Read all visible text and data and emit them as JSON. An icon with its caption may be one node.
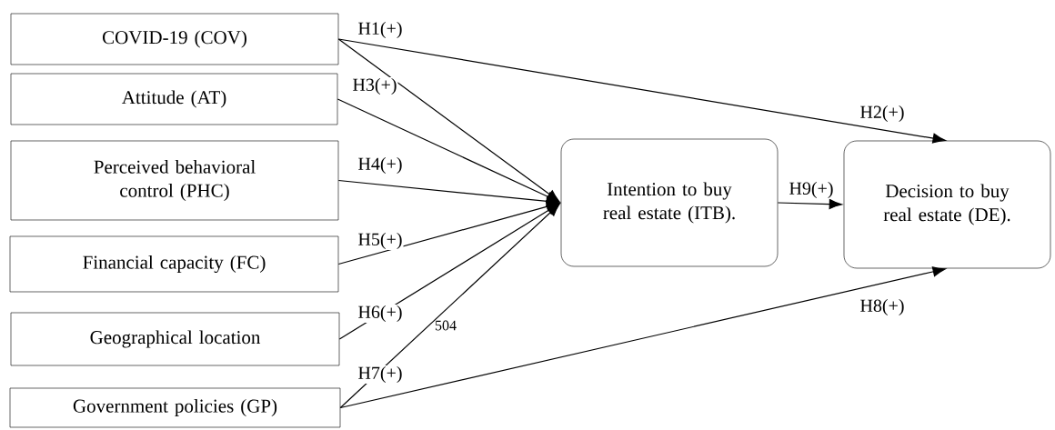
{
  "diagram": {
    "nodes": [
      {
        "text": [
          "COVID-19 (COV)"
        ]
      },
      {
        "text": [
          "Attitude (AT)"
        ]
      },
      {
        "text": [
          "Perceived behavioral control (PHC)"
        ]
      },
      {
        "text": [
          "Financial capacity (FC)"
        ]
      },
      {
        "text": [
          "Geographical location"
        ]
      },
      {
        "text": [
          "Government policies (GP)"
        ]
      },
      {
        "text": [
          "Intention to buy real estate (ITB)."
        ]
      },
      {
        "text": [
          "Decision to buy real estate (DE)."
        ]
      }
    ],
    "edges": [
      {
        "from": 0,
        "to": 6,
        "arrow": "to",
        "label": "H1(+)"
      },
      {
        "from": 0,
        "to": 7,
        "arrow": "to",
        "label": "H2(+)"
      },
      {
        "from": 1,
        "to": 6,
        "arrow": "to",
        "label": "H3(+)"
      },
      {
        "from": 2,
        "to": 6,
        "arrow": "to",
        "label": "H4(+)"
      },
      {
        "from": 3,
        "to": 6,
        "arrow": "to",
        "label": "H5(+)"
      },
      {
        "from": 4,
        "to": 6,
        "arrow": "to",
        "label": "H6(+)"
      },
      {
        "from": 5,
        "to": 6,
        "arrow": "to",
        "label": "H7(+)"
      },
      {
        "from": 5,
        "to": 7,
        "arrow": "to",
        "label": "H8(+)"
      },
      {
        "from": 6,
        "to": 7,
        "arrow": "to",
        "label": "H9(+)"
      }
    ],
    "labels": [
      "504"
    ]
  }
}
